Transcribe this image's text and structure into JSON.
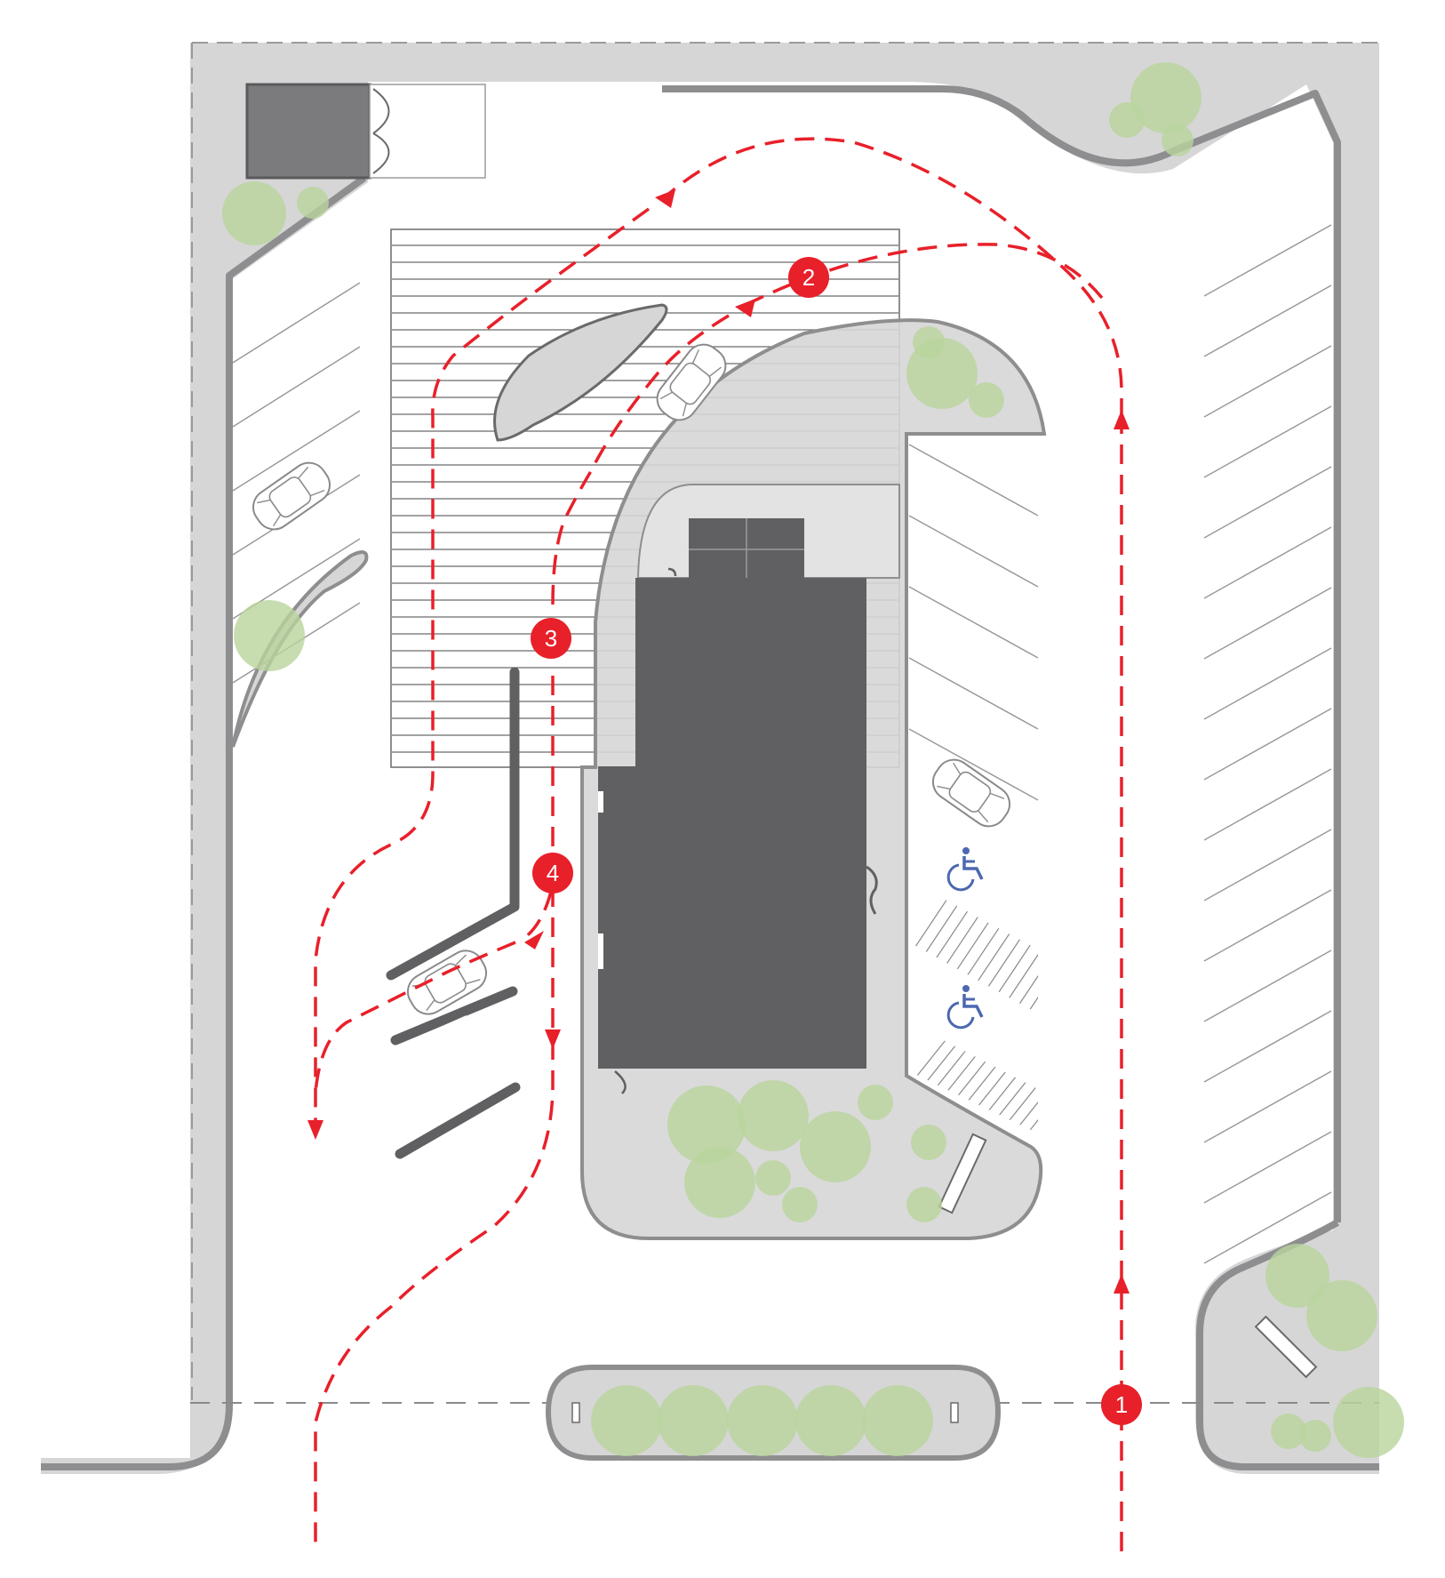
{
  "colors": {
    "background": "#ffffff",
    "landscape": "#d6d6d7",
    "curb": "#8e8e90",
    "building": "#606062",
    "building_annex": "#7b7b7d",
    "canopy_lines": "#6a6a6c",
    "stall_lines": "#9a9a9c",
    "tree": "#b9d59c",
    "route": "#e8202a",
    "badge": "#e8202a",
    "badge_text": "#ffffff",
    "accessible_symbol": "#4c68b0"
  },
  "icons": {
    "vehicle": "car-icon",
    "accessible": "wheelchair-icon",
    "tree": "tree-icon",
    "bench": "bench-icon",
    "direction": "arrowhead-icon"
  },
  "route_markers": [
    {
      "number": "1",
      "label": "1"
    },
    {
      "number": "2",
      "label": "2"
    },
    {
      "number": "3",
      "label": "3"
    },
    {
      "number": "4",
      "label": "4"
    }
  ]
}
